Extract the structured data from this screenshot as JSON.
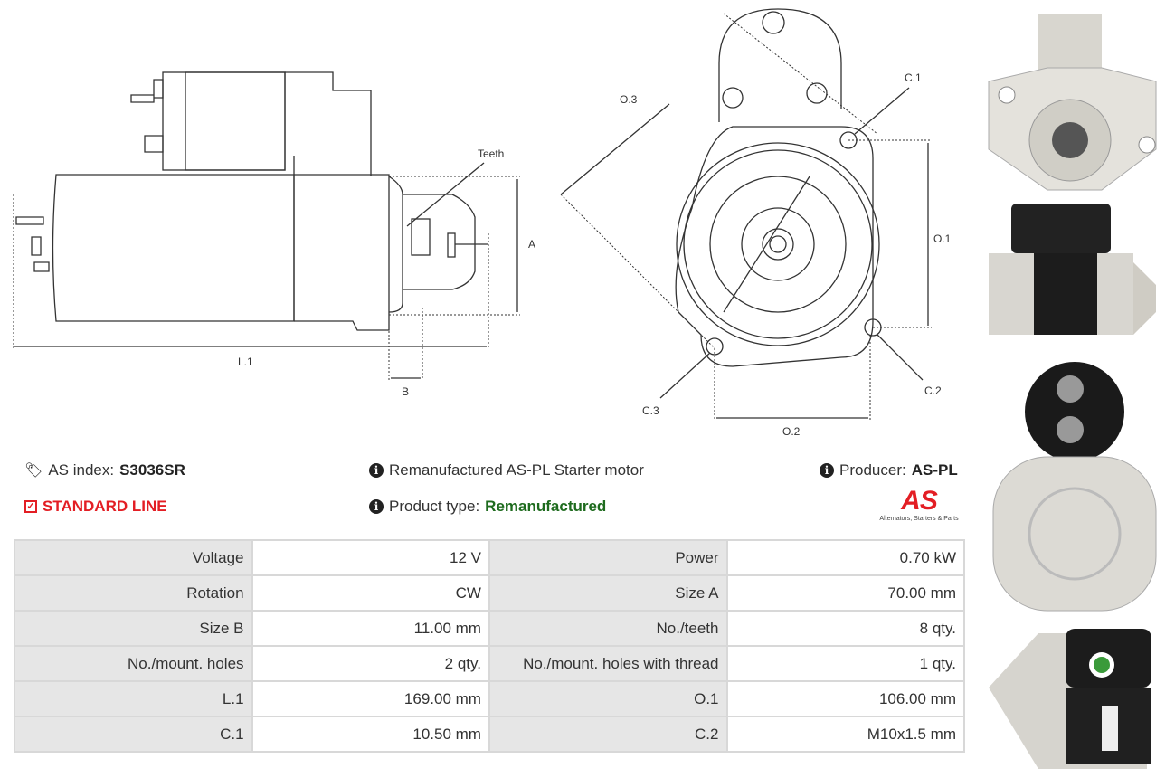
{
  "drawing": {
    "teeth": "Teeth",
    "A": "A",
    "B": "B",
    "L1": "L.1",
    "O1": "O.1",
    "O2": "O.2",
    "O3": "O.3",
    "C1": "C.1",
    "C2": "C.2",
    "C3": "C.3"
  },
  "info": {
    "as_index_label": "AS index:",
    "as_index_value": "S3036SR",
    "line": "STANDARD LINE",
    "description": "Remanufactured AS-PL Starter motor",
    "product_type_label": "Product type:",
    "product_type_value": "Remanufactured",
    "producer_label": "Producer:",
    "producer_value": "AS-PL",
    "logo_text": "AS",
    "logo_tagline": "Alternators, Starters & Parts"
  },
  "colors": {
    "red": "#e31e24",
    "green": "#1e6b1e"
  },
  "specs": [
    {
      "k1": "Voltage",
      "v1": "12 V",
      "k2": "Power",
      "v2": "0.70 kW"
    },
    {
      "k1": "Rotation",
      "v1": "CW",
      "k2": "Size A",
      "v2": "70.00 mm"
    },
    {
      "k1": "Size B",
      "v1": "11.00 mm",
      "k2": "No./teeth",
      "v2": "8 qty."
    },
    {
      "k1": "No./mount. holes",
      "v1": "2 qty.",
      "k2": "No./mount. holes with thread",
      "v2": "1 qty."
    },
    {
      "k1": "L.1",
      "v1": "169.00 mm",
      "k2": "O.1",
      "v2": "106.00 mm"
    },
    {
      "k1": "C.1",
      "v1": "10.50 mm",
      "k2": "C.2",
      "v2": "M10x1.5 mm"
    }
  ]
}
